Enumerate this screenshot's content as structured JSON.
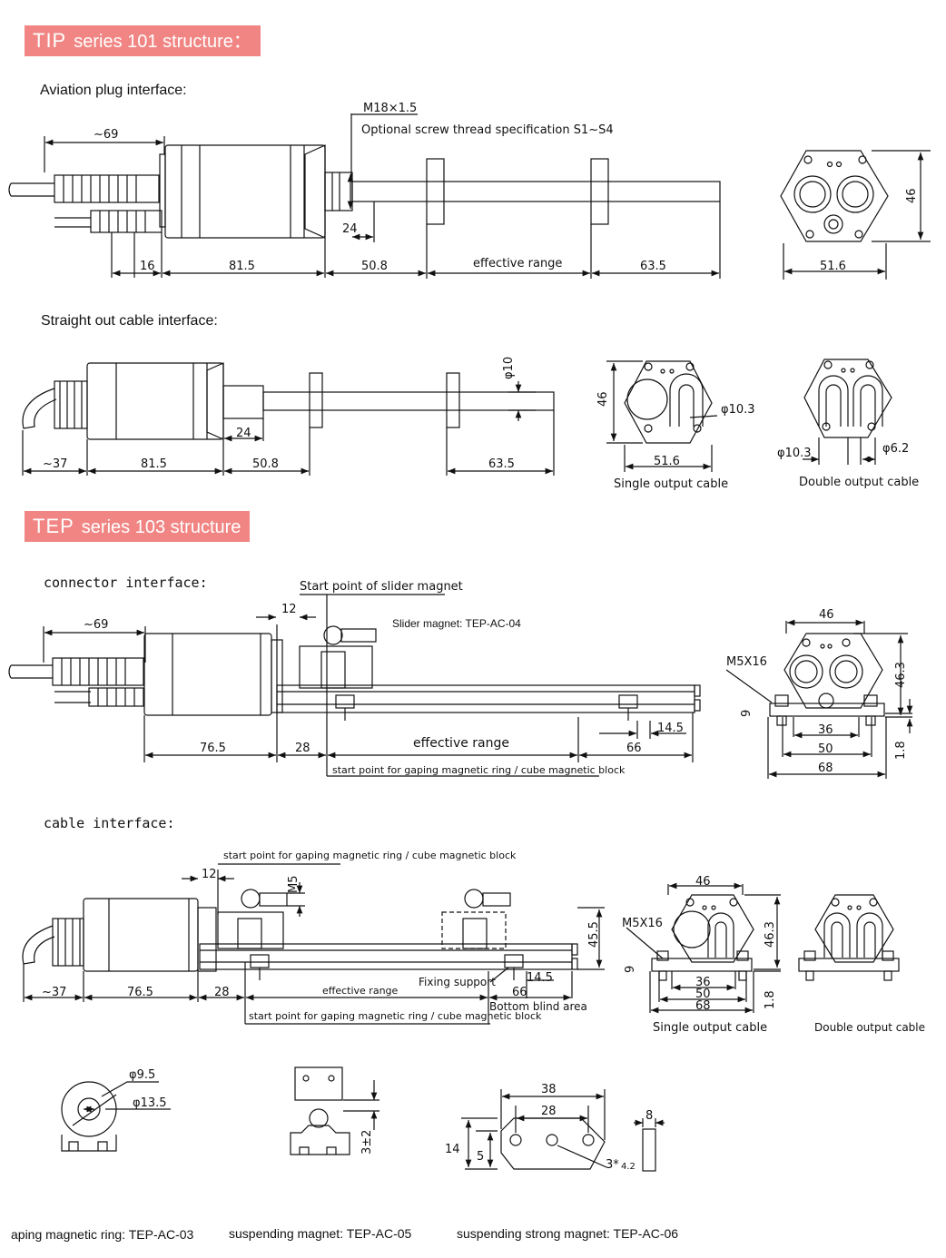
{
  "sections": {
    "tip": {
      "code": "TIP",
      "title": "series 101 structure："
    },
    "tep": {
      "code": "TEP",
      "title": "series 103 structure"
    }
  },
  "headings": {
    "aviation": "Aviation plug interface:",
    "straight": "Straight out cable interface:",
    "connector": "connector  interface:",
    "cable": "cable  interface:"
  },
  "tip_aviation": {
    "thread": "M18×1.5",
    "thread_note": "Optional screw thread specification S1~S4",
    "d69": "~69",
    "d24": "24",
    "d16": "16",
    "d81_5": "81.5",
    "d50_8": "50.8",
    "effective": "effective range",
    "d63_5": "63.5",
    "end_46": "46",
    "end_51_6": "51.6"
  },
  "tip_straight": {
    "phi10": "φ10",
    "d37": "~37",
    "d81_5": "81.5",
    "d24": "24",
    "d50_8": "50.8",
    "d63_5": "63.5",
    "single_46": "46",
    "single_phi": "φ10.3",
    "single_51_6": "51.6",
    "single_caption": "Single output cable",
    "double_phi10_3": "φ10.3",
    "double_phi6_2": "φ6.2",
    "double_caption": "Double output cable"
  },
  "tep_connector": {
    "start_slider": "Start point of slider magnet",
    "slider_magnet": "Slider magnet: TEP-AC-04",
    "d12": "12",
    "d69": "~69",
    "d76_5": "76.5",
    "d28": "28",
    "effective": "effective range",
    "d66": "66",
    "d14_5": "14.5",
    "start_ring": "start point for gaping magnetic ring / cube magnetic block",
    "end_46": "46",
    "m5": "M5X16",
    "end_46_3": "46.3",
    "end_9": "9",
    "end_36": "36",
    "end_50": "50",
    "end_68": "68",
    "end_1_8": "1.8"
  },
  "tep_cable": {
    "start_ring_top": "start point for gaping magnetic ring / cube magnetic block",
    "d12": "12",
    "m5": "M5",
    "d45_5": "45.5",
    "d37": "~37",
    "d76_5": "76.5",
    "d28": "28",
    "effective": "effective range",
    "fixing": "Fixing support",
    "d14_5": "14.5",
    "d66": "66",
    "blind": "Bottom blind area",
    "start_ring_bottom": "start point for gaping magnetic ring / cube magnetic block",
    "single_46": "46",
    "single_m5": "M5X16",
    "single_46_3": "46.3",
    "single_9": "9",
    "single_36": "36",
    "single_50": "50",
    "single_68": "68",
    "single_1_8": "1.8",
    "single_caption": "Single output cable",
    "double_caption": "Double output cable"
  },
  "accessories": {
    "ring_phi9_5": "φ9.5",
    "ring_phi13_5": "φ13.5",
    "susp_3": "3±2",
    "strong_38": "38",
    "strong_28": "28",
    "strong_14": "14",
    "strong_5": "5",
    "strong_8": "8",
    "strong_hole": "3*",
    "strong_hole_sub": "4.2",
    "caption_ring": "aping magnetic ring: TEP-AC-03",
    "caption_susp": "suspending magnet: TEP-AC-05",
    "caption_strong": "suspending strong magnet: TEP-AC-06"
  }
}
